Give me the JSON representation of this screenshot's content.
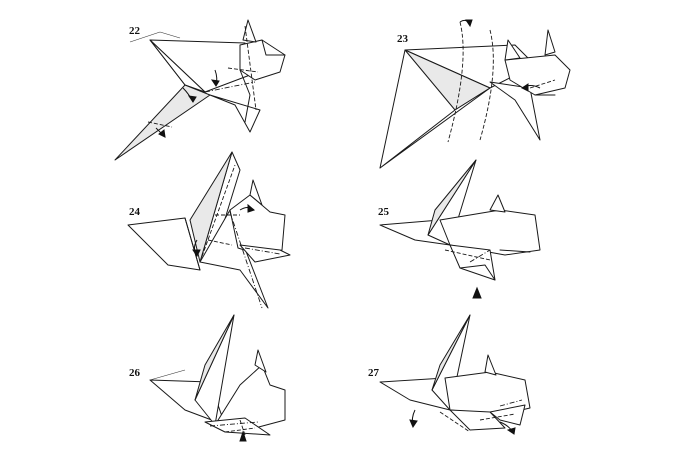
{
  "steps": [
    {
      "number": "22"
    },
    {
      "number": "23"
    },
    {
      "number": "24"
    },
    {
      "number": "25"
    },
    {
      "number": "26"
    },
    {
      "number": "27"
    }
  ]
}
